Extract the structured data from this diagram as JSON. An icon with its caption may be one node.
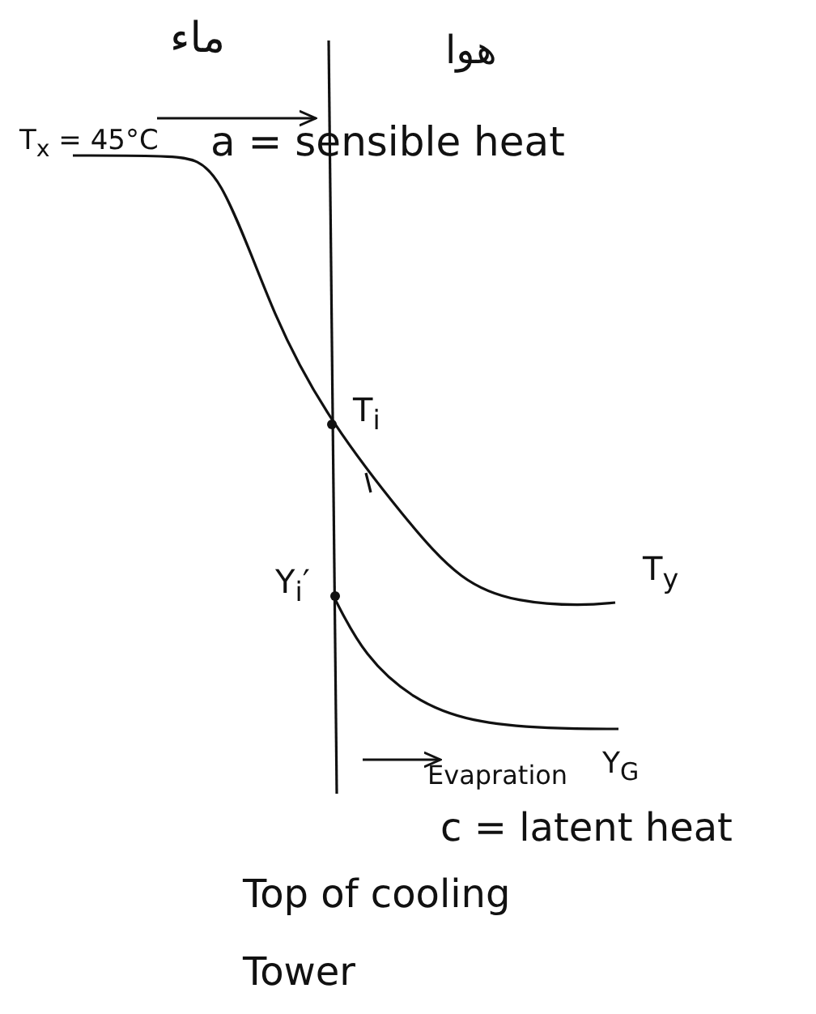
{
  "diagram": {
    "labels": [
      "ماء",
      "هوا",
      "T$_{x}$ = 45°C",
      "a = sensible heat",
      "T$_{i}$",
      "Y$_{i}$′",
      "T$_{y}$",
      "Evapration",
      "Y$_{G}$",
      "c = latent heat",
      "Top of cooling Tower"
    ]
  }
}
